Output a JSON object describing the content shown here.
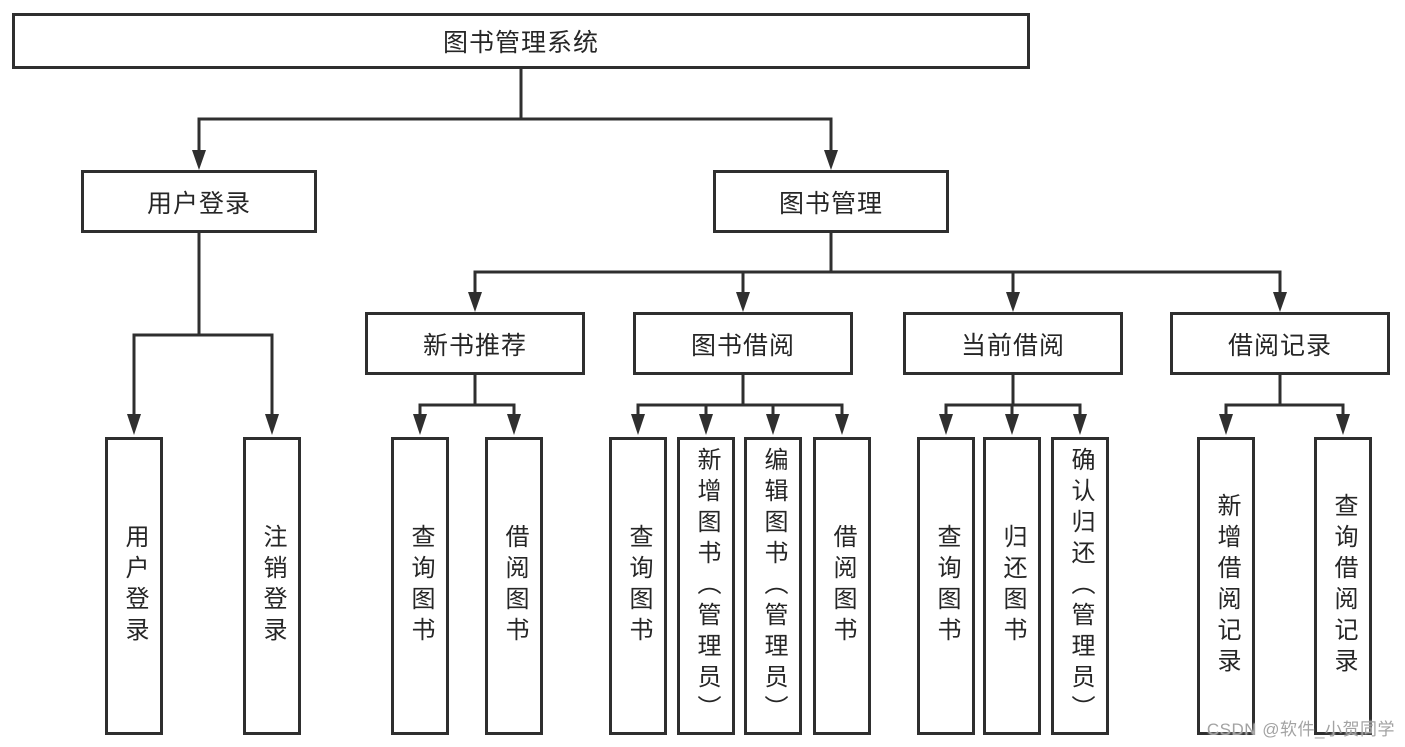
{
  "diagram": {
    "title": "图书管理系统",
    "branches": [
      {
        "label": "用户登录",
        "children": [
          {
            "label": "用户登录"
          },
          {
            "label": "注销登录"
          }
        ]
      },
      {
        "label": "图书管理",
        "groups": [
          {
            "label": "新书推荐",
            "children": [
              {
                "label": "查询图书"
              },
              {
                "label": "借阅图书"
              }
            ]
          },
          {
            "label": "图书借阅",
            "children": [
              {
                "label": "查询图书"
              },
              {
                "label": "新增图书（管理员）"
              },
              {
                "label": "编辑图书（管理员）"
              },
              {
                "label": "借阅图书"
              }
            ]
          },
          {
            "label": "当前借阅",
            "children": [
              {
                "label": "查询图书"
              },
              {
                "label": "归还图书"
              },
              {
                "label": "确认归还（管理员）"
              }
            ]
          },
          {
            "label": "借阅记录",
            "children": [
              {
                "label": "新增借阅记录"
              },
              {
                "label": "查询借阅记录"
              }
            ]
          }
        ]
      }
    ]
  },
  "colors": {
    "line": "#2f2f2f",
    "text": "#262626",
    "watermark": "#a3a3a3",
    "background": "#ffffff"
  },
  "watermark": {
    "text": "CSDN @软件_小贺同学"
  }
}
